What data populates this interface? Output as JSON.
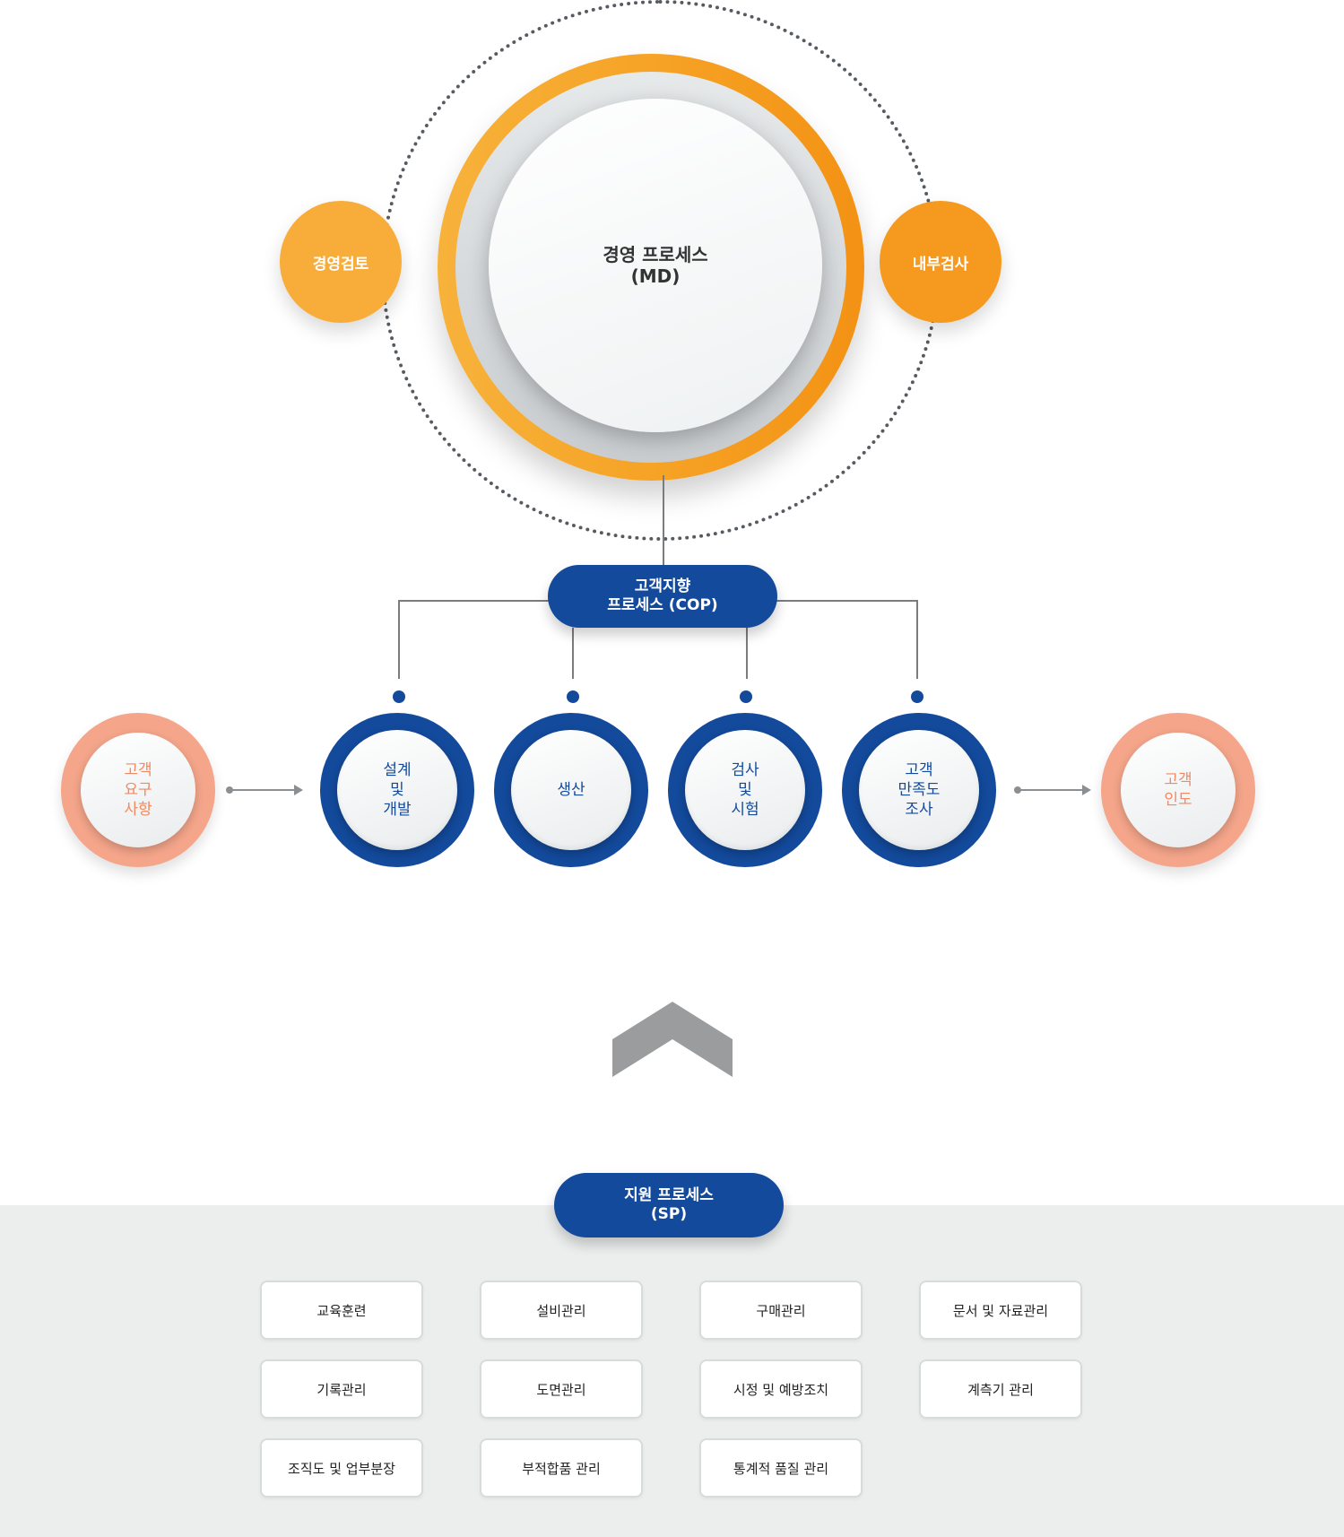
{
  "management": {
    "title_line1": "경영 프로세스",
    "title_line2": "(MD)",
    "left_node": "경영검토",
    "right_node": "내부검사"
  },
  "customer_oriented": {
    "line1": "고객지향",
    "line2": "프로세스 (COP)"
  },
  "customer_requirements": [
    "고객",
    "요구",
    "사항"
  ],
  "customer_delivery": [
    "고객",
    "인도"
  ],
  "processes": [
    {
      "lines": [
        "설계",
        "및",
        "개발"
      ]
    },
    {
      "lines": [
        "생산"
      ]
    },
    {
      "lines": [
        "검사",
        "및",
        "시험"
      ]
    },
    {
      "lines": [
        "고객",
        "만족도",
        "조사"
      ]
    }
  ],
  "support": {
    "line1": "지원 프로세스",
    "line2": "(SP)",
    "items": [
      "교육훈련",
      "설비관리",
      "구매관리",
      "문서 및 자료관리",
      "기록관리",
      "도면관리",
      "시정 및 예방조치",
      "계측기 관리",
      "조직도 및 업부분장",
      "부적합품 관리",
      "통계적 품질 관리"
    ]
  },
  "colors": {
    "orange": "#f6a326",
    "navy": "#134a9c",
    "salmon": "#f4a58a",
    "gray_band": "#eceeee"
  }
}
